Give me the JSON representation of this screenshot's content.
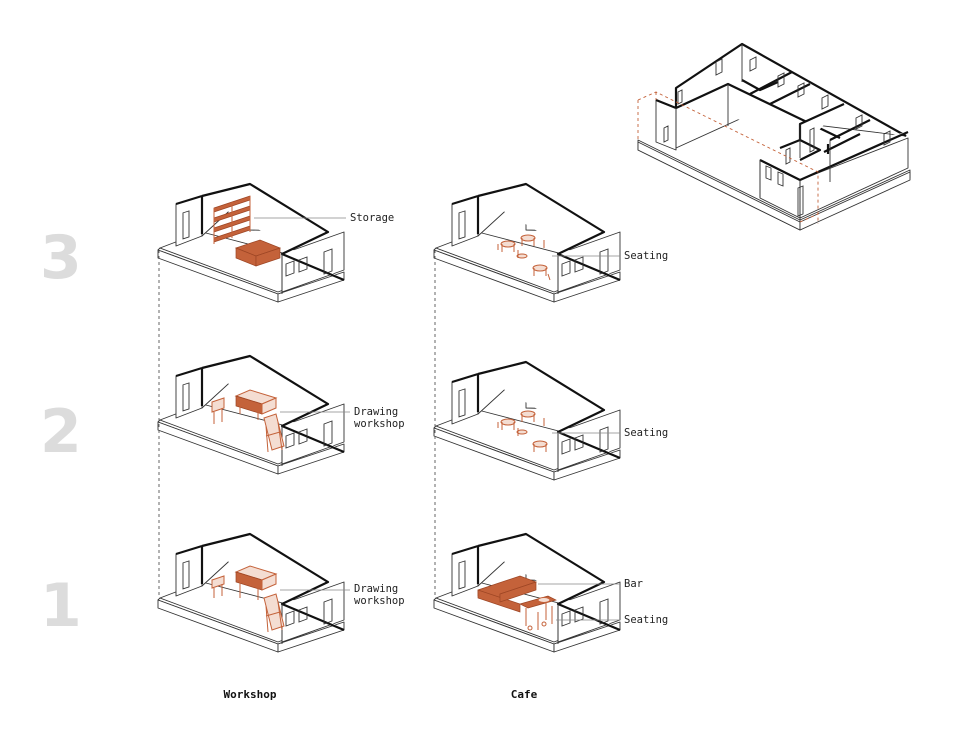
{
  "levels": [
    {
      "number": "3"
    },
    {
      "number": "2"
    },
    {
      "number": "1"
    }
  ],
  "columns": {
    "workshop": "Workshop",
    "cafe": "Cafe"
  },
  "annotations": {
    "storage": "Storage",
    "drawing_workshop_2": [
      "Drawing",
      "workshop"
    ],
    "seating_3": "Seating",
    "seating_2": "Seating",
    "drawing_workshop_1": [
      "Drawing",
      "workshop"
    ],
    "bar_1": "Bar",
    "seating_1": "Seating"
  },
  "colors": {
    "accent": "#c4623a",
    "level_number": "#dcdcdc",
    "line": "#111111"
  }
}
